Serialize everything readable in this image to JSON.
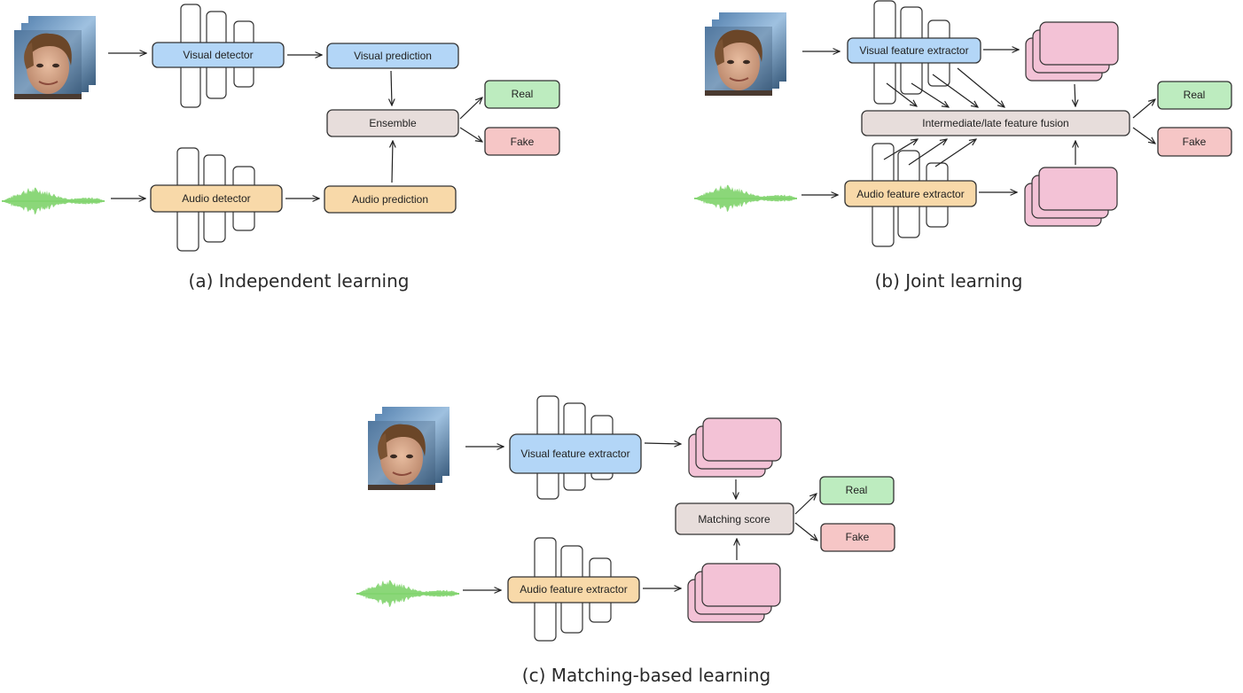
{
  "colors": {
    "visual": "#b3d6f7",
    "audio": "#f8d9a9",
    "neutral": "#e7dddb",
    "real": "#bdecbf",
    "fake": "#f6c6c6",
    "feature": "#f3c2d6",
    "waveform": "#7ed36a"
  },
  "icons": [
    "face-frames-icon",
    "audio-waveform-icon"
  ],
  "panel_a": {
    "visual_detector": "Visual detector",
    "visual_prediction": "Visual prediction",
    "ensemble": "Ensemble",
    "audio_detector": "Audio detector",
    "audio_prediction": "Audio prediction",
    "real": "Real",
    "fake": "Fake",
    "caption": "(a) Independent learning"
  },
  "panel_b": {
    "visual_extractor": "Visual feature extractor",
    "fusion": "Intermediate/late feature fusion",
    "audio_extractor": "Audio feature extractor",
    "real": "Real",
    "fake": "Fake",
    "caption": "(b) Joint learning"
  },
  "panel_c": {
    "visual_extractor": "Visual feature extractor",
    "matching": "Matching score",
    "audio_extractor": "Audio feature extractor",
    "real": "Real",
    "fake": "Fake",
    "caption": "(c) Matching-based learning"
  }
}
